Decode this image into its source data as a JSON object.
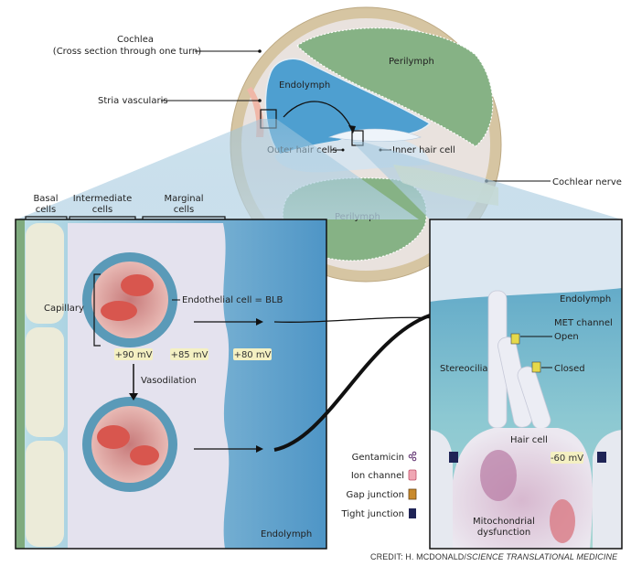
{
  "top_diagram": {
    "cochlea_label_line1": "Cochlea",
    "cochlea_label_line2": "(Cross section through one turn)",
    "stria_label": "Stria vascularis",
    "perilymph_top": "Perilymph",
    "endolymph": "Endolymph",
    "outer_hair_cells": "Outer hair cells",
    "inner_hair_cell": "Inner hair cell",
    "cochlear_nerve": "Cochlear nerve",
    "perilymph_bottom": "Perilymph"
  },
  "left_panel": {
    "headers": [
      {
        "line1": "Basal",
        "line2": "cells"
      },
      {
        "line1": "Intermediate",
        "line2": "cells"
      },
      {
        "line1": "Marginal",
        "line2": "cells"
      }
    ],
    "capillary": "Capillary",
    "endothelial": "Endothelial cell = BLB",
    "voltages": [
      "+90 mV",
      "+85 mV",
      "+80 mV"
    ],
    "vasodilation": "Vasodilation",
    "endolymph": "Endolymph"
  },
  "right_panel": {
    "endolymph": "Endolymph",
    "met_channel": "MET channel",
    "open": "Open",
    "closed": "Closed",
    "stereocilia": "Stereocilia",
    "hair_cell": "Hair cell",
    "voltage": "-60 mV",
    "mito_line1": "Mitochondrial",
    "mito_line2": "dysfunction"
  },
  "legend": {
    "items": [
      {
        "label": "Gentamicin",
        "icon": "gentamicin-icon"
      },
      {
        "label": "Ion channel",
        "icon": "ion-channel-icon"
      },
      {
        "label": "Gap junction",
        "icon": "gap-junction-icon"
      },
      {
        "label": "Tight junction",
        "icon": "tight-junction-icon"
      }
    ]
  },
  "credit": {
    "prefix": "CREDIT: H. MCDONALD/",
    "source": "SCIENCE TRANSLATIONAL MEDICINE"
  },
  "colors": {
    "bone": "#d8c7a6",
    "perilymph": "#8fb98e",
    "endolymph": "#4a9ccc",
    "cell": "#e6e4ef",
    "gentamicin": "#5a2a6a",
    "tight_junction": "#1f2456",
    "gap_junction": "#c98a2c",
    "ion_channel": "#e07a92"
  }
}
